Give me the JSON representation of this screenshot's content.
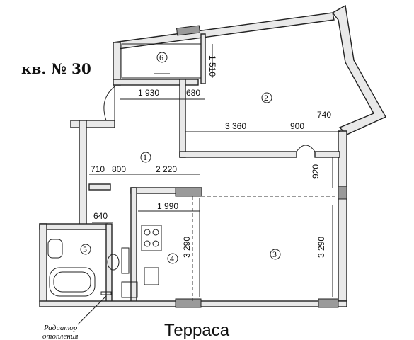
{
  "title": "кв. № 30",
  "dimensions": {
    "d1930": "1 930",
    "d680": "680",
    "d1510": "1 510",
    "d3360": "3 360",
    "d900": "900",
    "d740": "740",
    "d710": "710",
    "d800": "800",
    "d2220": "2 220",
    "d920": "920",
    "d640": "640",
    "d1990": "1 990",
    "d3290a": "3 290",
    "d3290b": "3 290"
  },
  "rooms": [
    "1",
    "2",
    "3",
    "4",
    "5",
    "6"
  ],
  "radiator_note": [
    "Радиатор",
    "отопления"
  ],
  "terrace_label": "Терраса"
}
